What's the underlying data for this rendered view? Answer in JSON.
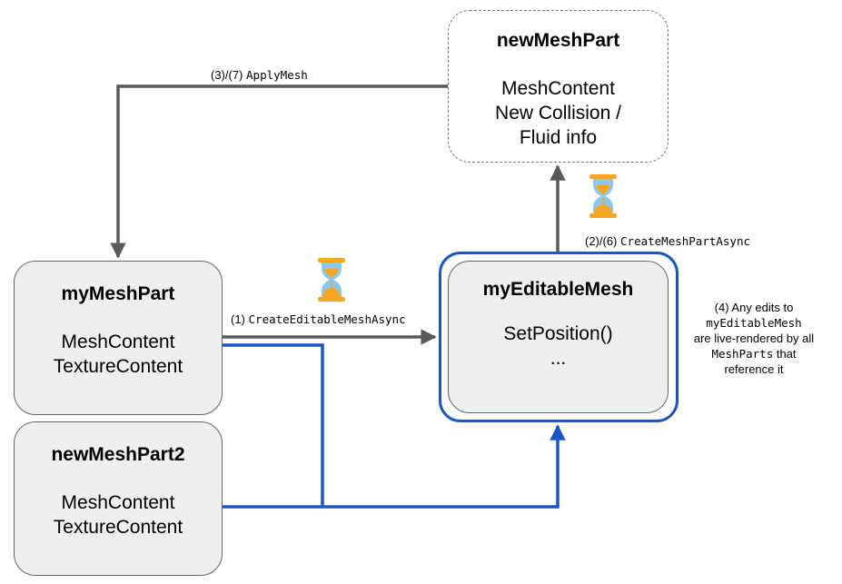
{
  "boxes": {
    "new_mesh_part": {
      "title": "newMeshPart",
      "lines": [
        "MeshContent",
        "New Collision /",
        "Fluid info"
      ]
    },
    "my_mesh_part": {
      "title": "myMeshPart",
      "lines": [
        "MeshContent",
        "TextureContent"
      ]
    },
    "new_mesh_part_2": {
      "title": "newMeshPart2",
      "lines": [
        "MeshContent",
        "TextureContent"
      ]
    },
    "my_editable_mesh": {
      "title": "myEditableMesh",
      "lines": [
        "SetPosition()",
        "..."
      ]
    }
  },
  "edges": {
    "apply_mesh": {
      "step": "(3)/(7)",
      "method": "ApplyMesh"
    },
    "create_mesh_part": {
      "step": "(2)/(6)",
      "method": "CreateMeshPartAsync"
    },
    "create_editable": {
      "step": "(1)",
      "method": "CreateEditableMeshAsync"
    }
  },
  "note": {
    "line1": "(4) Any edits to",
    "line2_code": "myEditableMesh",
    "line3": "are live-rendered by all",
    "line4_code": "MeshParts",
    "line4_text": " that",
    "line5": "reference it"
  },
  "colors": {
    "gray_line": "#595959",
    "blue_line": "#1a56c4",
    "box_fill": "#efefef",
    "hourglass": "#f5a623",
    "hourglass_glass": "#8cc8ec"
  },
  "icons": [
    "hourglass-icon",
    "hourglass-icon"
  ]
}
